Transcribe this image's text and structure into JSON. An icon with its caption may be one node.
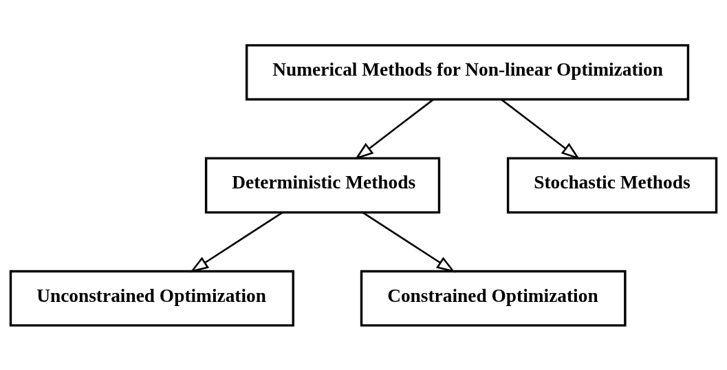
{
  "diagram": {
    "nodes": [
      {
        "text": [
          "Numerical Methods for Non-linear Optimization"
        ]
      },
      {
        "text": [
          "Deterministic Methods"
        ]
      },
      {
        "text": [
          "Stochastic Methods"
        ]
      },
      {
        "text": [
          "Unconstrained Optimization"
        ]
      },
      {
        "text": [
          "Constrained Optimization"
        ]
      }
    ],
    "edges": [
      {
        "from": 0,
        "to": 1,
        "arrow": "to"
      },
      {
        "from": 0,
        "to": 2,
        "arrow": "to"
      },
      {
        "from": 1,
        "to": 3,
        "arrow": "to"
      },
      {
        "from": 1,
        "to": 4,
        "arrow": "to"
      }
    ]
  }
}
